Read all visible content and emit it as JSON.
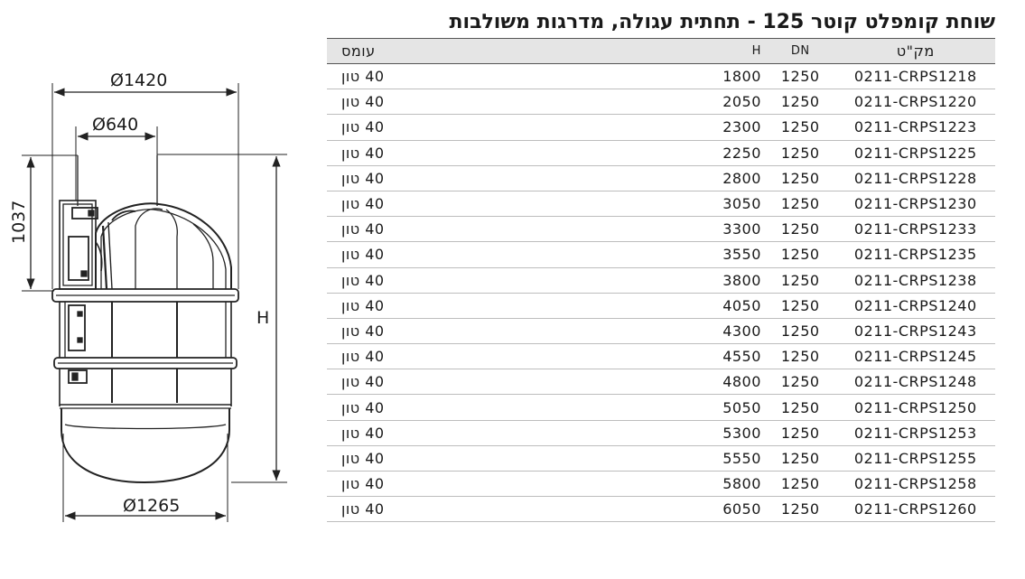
{
  "title": "שוחת קומפלט קוטר 125 - תחתית עגולה, מדרגות משולבות",
  "drawing": {
    "dim_top_outer": "Ø1420",
    "dim_top_inner": "Ø640",
    "dim_height_cone": "1037",
    "dim_height_total": "H",
    "dim_bottom": "Ø1265"
  },
  "table": {
    "headers": {
      "sku": "מק\"ט",
      "dn": "DN",
      "h": "H",
      "load": "עומס"
    },
    "rows": [
      {
        "sku": "0211-CRPS1218",
        "dn": "1250",
        "h": "1800",
        "load": "40 טון"
      },
      {
        "sku": "0211-CRPS1220",
        "dn": "1250",
        "h": "2050",
        "load": "40 טון"
      },
      {
        "sku": "0211-CRPS1223",
        "dn": "1250",
        "h": "2300",
        "load": "40 טון"
      },
      {
        "sku": "0211-CRPS1225",
        "dn": "1250",
        "h": "2250",
        "load": "40 טון"
      },
      {
        "sku": "0211-CRPS1228",
        "dn": "1250",
        "h": "2800",
        "load": "40 טון"
      },
      {
        "sku": "0211-CRPS1230",
        "dn": "1250",
        "h": "3050",
        "load": "40 טון"
      },
      {
        "sku": "0211-CRPS1233",
        "dn": "1250",
        "h": "3300",
        "load": "40 טון"
      },
      {
        "sku": "0211-CRPS1235",
        "dn": "1250",
        "h": "3550",
        "load": "40 טון"
      },
      {
        "sku": "0211-CRPS1238",
        "dn": "1250",
        "h": "3800",
        "load": "40 טון"
      },
      {
        "sku": "0211-CRPS1240",
        "dn": "1250",
        "h": "4050",
        "load": "40 טון"
      },
      {
        "sku": "0211-CRPS1243",
        "dn": "1250",
        "h": "4300",
        "load": "40 טון"
      },
      {
        "sku": "0211-CRPS1245",
        "dn": "1250",
        "h": "4550",
        "load": "40 טון"
      },
      {
        "sku": "0211-CRPS1248",
        "dn": "1250",
        "h": "4800",
        "load": "40 טון"
      },
      {
        "sku": "0211-CRPS1250",
        "dn": "1250",
        "h": "5050",
        "load": "40 טון"
      },
      {
        "sku": "0211-CRPS1253",
        "dn": "1250",
        "h": "5300",
        "load": "40 טון"
      },
      {
        "sku": "0211-CRPS1255",
        "dn": "1250",
        "h": "5550",
        "load": "40 טון"
      },
      {
        "sku": "0211-CRPS1258",
        "dn": "1250",
        "h": "5800",
        "load": "40 טון"
      },
      {
        "sku": "0211-CRPS1260",
        "dn": "1250",
        "h": "6050",
        "load": "40 טון"
      }
    ]
  }
}
